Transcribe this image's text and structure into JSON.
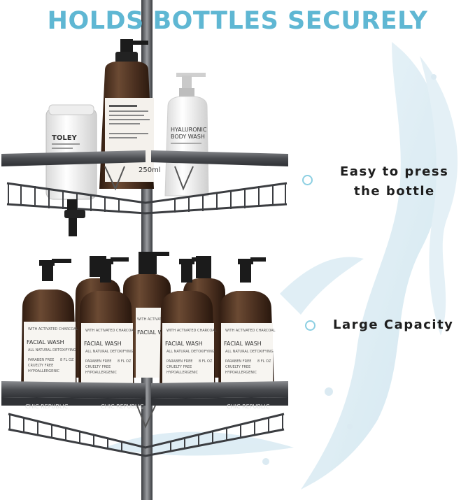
{
  "headline": "HOLDS BOTTLES SECURELY",
  "features": [
    {
      "line1": "Easy to press",
      "line2": "the bottle"
    },
    {
      "line1": "Large Capacity"
    }
  ],
  "bottle_labels": {
    "top_left_tub": "TOLEY",
    "top_center_volume": "250ml",
    "top_right_title": "HYALURONIC",
    "top_right_sub": "BODY WASH",
    "facial_small": "WITH ACTIVATED CHARCOAL",
    "facial_title": "FACIAL WASH",
    "facial_line1": "ALL NATURAL DETOXIFYING",
    "facial_line2": "PARABEN FREE",
    "facial_line3": "CRUELTY FREE",
    "facial_line4": "HYPOALLERGENIC",
    "facial_volume": "8 FL OZ"
  },
  "brand": "CHIC REPUBLIC",
  "colors": {
    "headline": "#5fb7d3",
    "feature_text": "#1e1e1e",
    "bullet": "#8ccfe2",
    "amber_bottle": "#4a3020",
    "metal": "#5a5c60"
  }
}
